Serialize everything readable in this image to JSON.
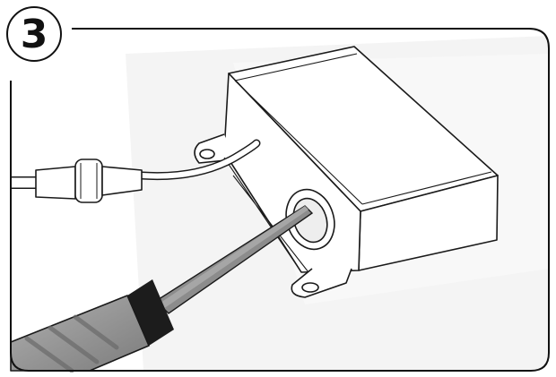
{
  "step": {
    "number": "3"
  },
  "colors": {
    "frame_stroke": "#111111",
    "badge_fill": "#ffffff",
    "box_fill": "#ffffff",
    "box_stroke": "#1a1a1a",
    "shaft_fill": "#8a8a8a",
    "grip_band": "#1c1c1c",
    "handle_fill": "#9a9a9a",
    "floor_shade": "#f2f2f2"
  },
  "icons": [
    "step-badge",
    "junction-box",
    "cable-connector",
    "screwdriver"
  ]
}
